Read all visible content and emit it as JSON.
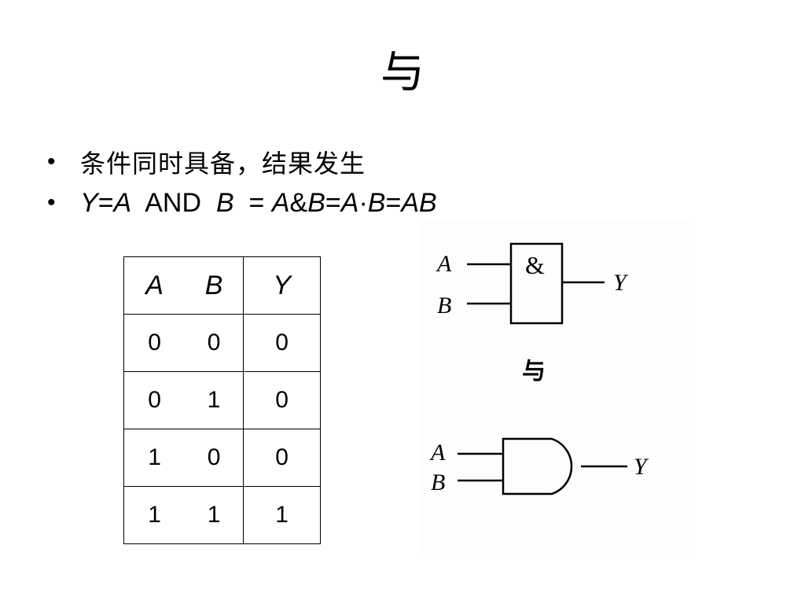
{
  "title": "与",
  "bullets": {
    "condition": "条件同时具备，结果发生",
    "formula": {
      "y": "Y",
      "eq1": "=",
      "a1": "A",
      "and": "  AND  ",
      "b1": "B",
      "eq2": "  = ",
      "a2": "A",
      "amp": "&",
      "b2": "B",
      "eq3": "=",
      "a3": "A",
      "dot": "·",
      "b3": "B",
      "eq4": "=",
      "ab": "AB"
    }
  },
  "truth_table": {
    "headers": [
      "A",
      "B",
      "Y"
    ],
    "rows": [
      [
        "0",
        "0",
        "0"
      ],
      [
        "0",
        "1",
        "0"
      ],
      [
        "1",
        "0",
        "0"
      ],
      [
        "1",
        "1",
        "1"
      ]
    ]
  },
  "diagram": {
    "rect_gate": {
      "input_a": "A",
      "input_b": "B",
      "symbol": "&",
      "output": "Y"
    },
    "caption": "与",
    "shaped_gate": {
      "input_a": "A",
      "input_b": "B",
      "output": "Y"
    }
  }
}
